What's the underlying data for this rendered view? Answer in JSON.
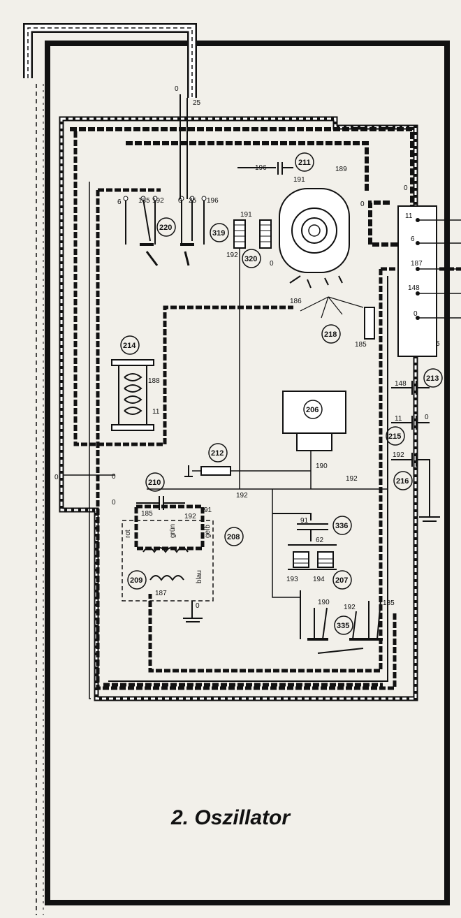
{
  "title": "2. Oszillator",
  "components": {
    "c206": "206",
    "c207": "207",
    "c208": "208",
    "c209": "209",
    "c210": "210",
    "c211": "211",
    "c212": "212",
    "c213": "213",
    "c214": "214",
    "c215": "215",
    "c216": "216",
    "c218": "218",
    "c219": "319",
    "c220": "220",
    "c320": "320",
    "c335": "335",
    "c336": "336"
  },
  "terminals": {
    "t0": "0",
    "t6": "6",
    "t11": "11",
    "t25": "25",
    "t62": "62",
    "t91": "91",
    "t148": "148",
    "t185": "185",
    "t186": "186",
    "t187": "187",
    "t188": "188",
    "t189": "189",
    "t190": "190",
    "t191": "191",
    "t192": "192",
    "t193": "193",
    "t194": "194",
    "t196": "196",
    "t5": "5"
  },
  "coil_labels": {
    "rot": "rot",
    "grun": "grün",
    "blau": "blau",
    "gelb": "gelb"
  },
  "colors": {
    "ink": "#111111",
    "paper": "#f2f0ea",
    "shield": "#ffffff"
  }
}
